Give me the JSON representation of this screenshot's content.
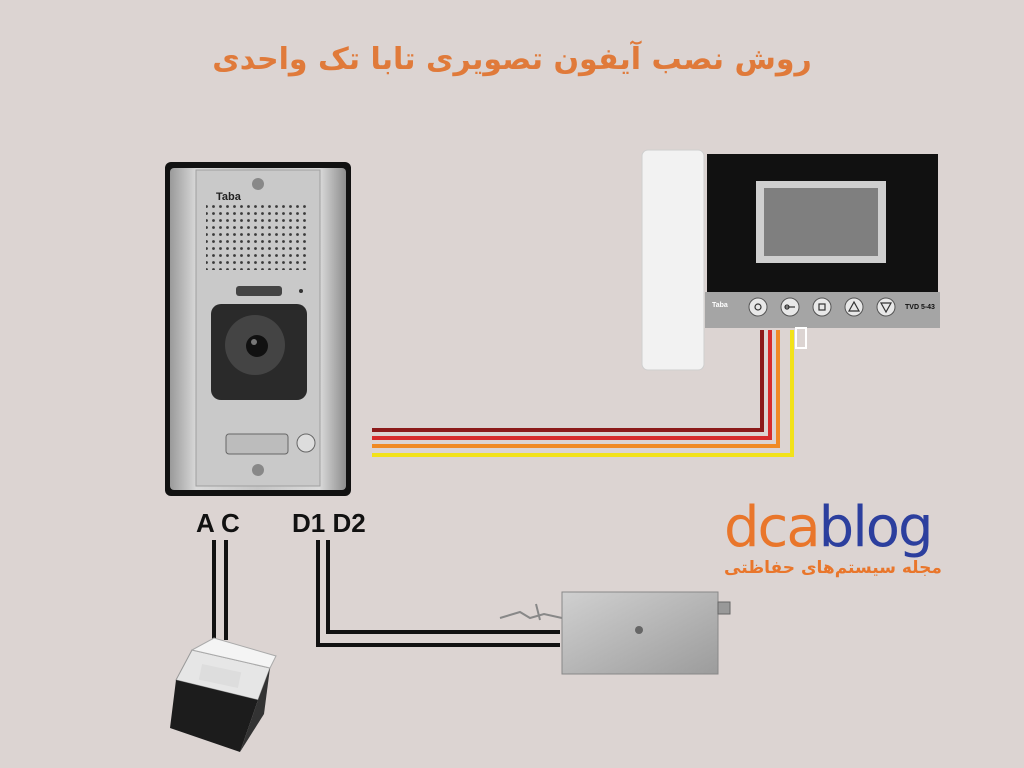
{
  "title": "روش نصب آیفون تصویری تابا تک واحدی",
  "door_panel": {
    "brand": "Taba"
  },
  "monitor": {
    "brand": "Taba",
    "model": "TVD 5-43"
  },
  "terminals": {
    "ac": "A C",
    "d1d2": "D1 D2"
  },
  "logo": {
    "part1": "dca",
    "part2": "blog",
    "subtitle": "مجله سیستم‌های حفاظتی"
  },
  "colors": {
    "background": "#dcd4d2",
    "title": "#e07a3a",
    "wire_dark_red": "#8b1a1a",
    "wire_red": "#d62b2b",
    "wire_orange": "#f08a24",
    "wire_yellow": "#f2e21a",
    "wire_black": "#111111"
  }
}
